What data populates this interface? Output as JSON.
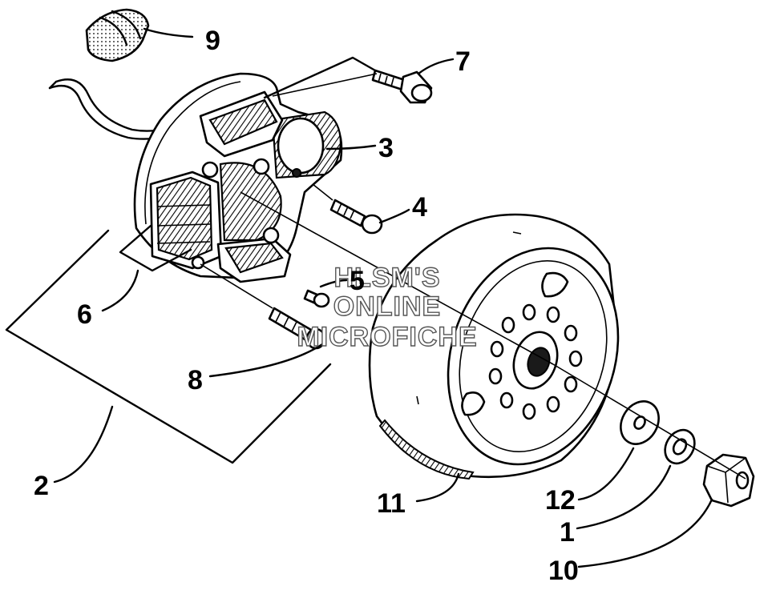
{
  "watermark": {
    "line1": "HLSM'S",
    "line2": "ONLINE",
    "line3": "MICROFICHE"
  },
  "callouts": {
    "c1": "1",
    "c2": "2",
    "c3": "3",
    "c4": "4",
    "c5": "5",
    "c6": "6",
    "c7": "7",
    "c8": "8",
    "c9": "9",
    "c10": "10",
    "c11": "11",
    "c12": "12"
  }
}
